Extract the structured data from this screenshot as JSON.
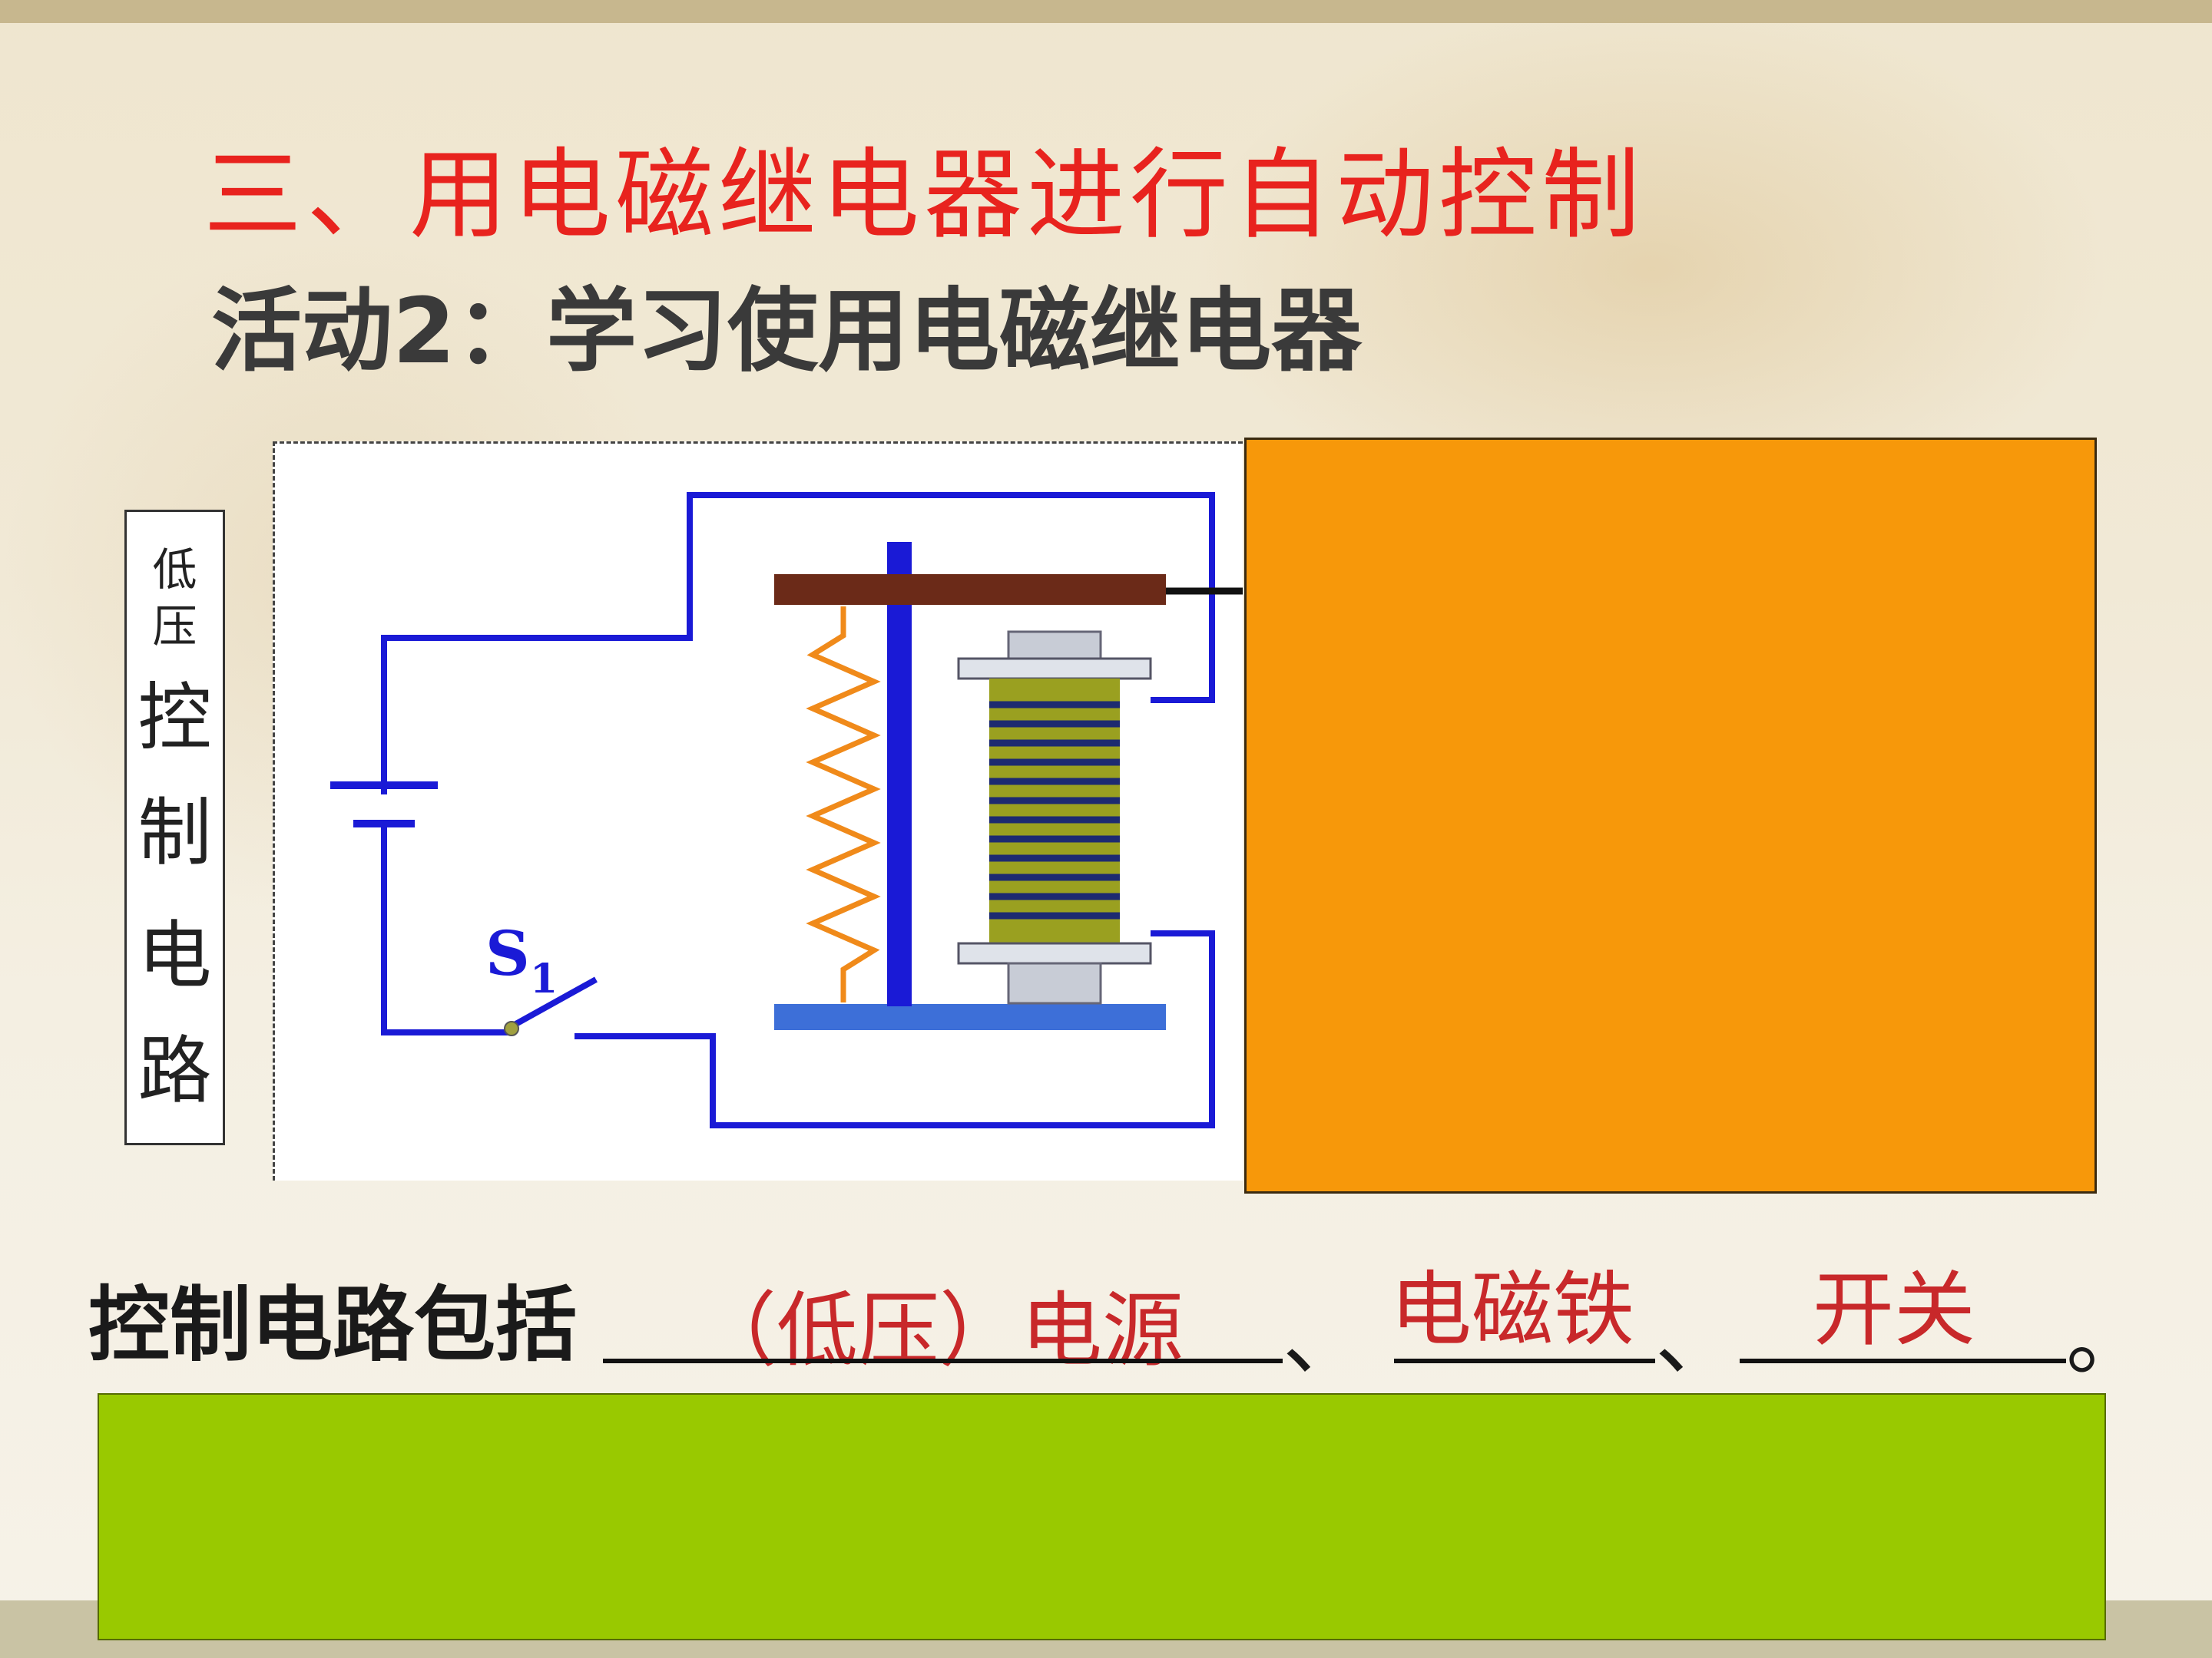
{
  "slide": {
    "title": "三、用电磁继电器进行自动控制",
    "subtitle": "活动2：学习使用电磁继电器"
  },
  "side_label": {
    "small_chars": [
      "低",
      "压"
    ],
    "big_chars": [
      "控",
      "制",
      "电",
      "路"
    ]
  },
  "diagram": {
    "switch_label": "S",
    "switch_subscript": "1"
  },
  "fill_in": {
    "prefix": "控制电路包括",
    "answers": [
      "（低压）电源",
      "电磁铁",
      "开关"
    ],
    "separator": "、",
    "end_mark": "。"
  },
  "colors": {
    "title": "#e8231e",
    "answer": "#c8282a",
    "wire": "#1a1ad6",
    "spring": "#f08a1a",
    "armature": "#6b2a18",
    "coil": "#9aa020",
    "cover_orange": "#f7980a",
    "cover_green": "#99c900"
  }
}
